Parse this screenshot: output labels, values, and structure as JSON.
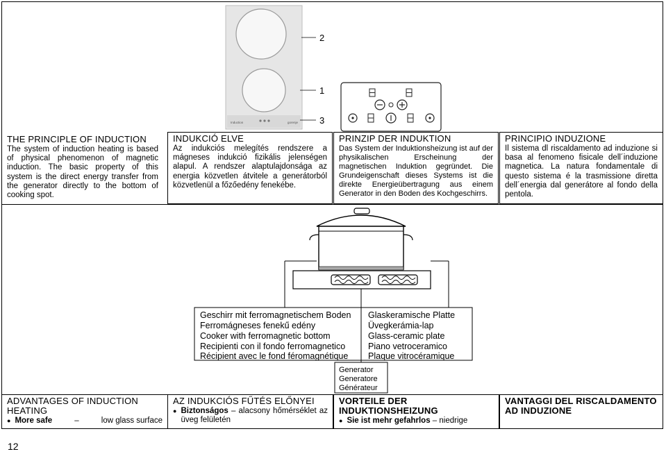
{
  "figure_top": {
    "labels": [
      "2",
      "1",
      "3"
    ],
    "brand_left": "Induction",
    "brand_right": "gorenje"
  },
  "sections": [
    {
      "title": "THE PRINCIPLE OF INDUCTION",
      "body": "The system of induction heating is based of physical phenomenon of magnetic induction. The basic property of this system is the direct energy transfer from the generator directly to the bottom of cooking spot."
    },
    {
      "title": "INDUKCIÓ ELVE",
      "body": "Az indukciós melegítés rendszere a mágneses indukció fizikális jelenségen alapul. A rendszer alaptulajdonsága az energia közvetlen átvitele a generátorból közvetlenül a főzőedény fenekébe."
    },
    {
      "title": "PRINZIP DER INDUKTION",
      "body": "Das System der Induktionsheizung ist auf der physikalischen Erscheinung der magnetischen Induktion gegründet. Die Grundeigenschaft dieses Systems ist die direkte Energieübertragung aus einem Generator in den Boden des Kochgeschirrs."
    },
    {
      "title": "PRINCIPIO INDUZIONE",
      "body": "Il sistema dl riscaldamento ad induzione si basa al fenomeno fisicale dell´induzione magnetica. La natura fondamentale di questo sistema é la trasmissione diretta dell´energia dal generátore al fondo della pentola."
    }
  ],
  "diagram": {
    "left_box": [
      "Geschirr mit ferromagnetischem Boden",
      "Ferromágneses fenekű edény",
      "Cooker with ferromagnetic bottom",
      "Recipienti con il fondo ferromagnetico",
      "Récipient avec le fond féromagnétique"
    ],
    "right_box": [
      "Glaskeramische Platte",
      "Üvegkerámia-lap",
      "Glass-ceramic plate",
      "Piano vetroceramico",
      "Plaque vitrocéramique"
    ],
    "generator_box": [
      "Generator",
      "Generatore",
      "Générateur"
    ]
  },
  "advantages": [
    {
      "title": "ADVANTAGES OF INDUCTION HEATING",
      "bullet_bold": "More safe",
      "bullet_dash": " – ",
      "bullet_rest": "low glass surface"
    },
    {
      "title": "AZ INDUKCIÓS FŰTÉS ELŐNYEI",
      "bullet_bold": "Biztonságos",
      "bullet_dash": " – ",
      "bullet_rest": "alacsony hőmérséklet az üveg felületén"
    },
    {
      "title": "VORTEILE DER INDUKTIONSHEIZUNG",
      "bullet_bold": "Sie ist mehr gefahrlos",
      "bullet_dash": " – ",
      "bullet_rest": "niedrige"
    },
    {
      "title": "VANTAGGI DEL RISCALDAMENTO AD INDUZIONE",
      "bullet_bold": "",
      "bullet_dash": "",
      "bullet_rest": ""
    }
  ],
  "page_number": "12"
}
